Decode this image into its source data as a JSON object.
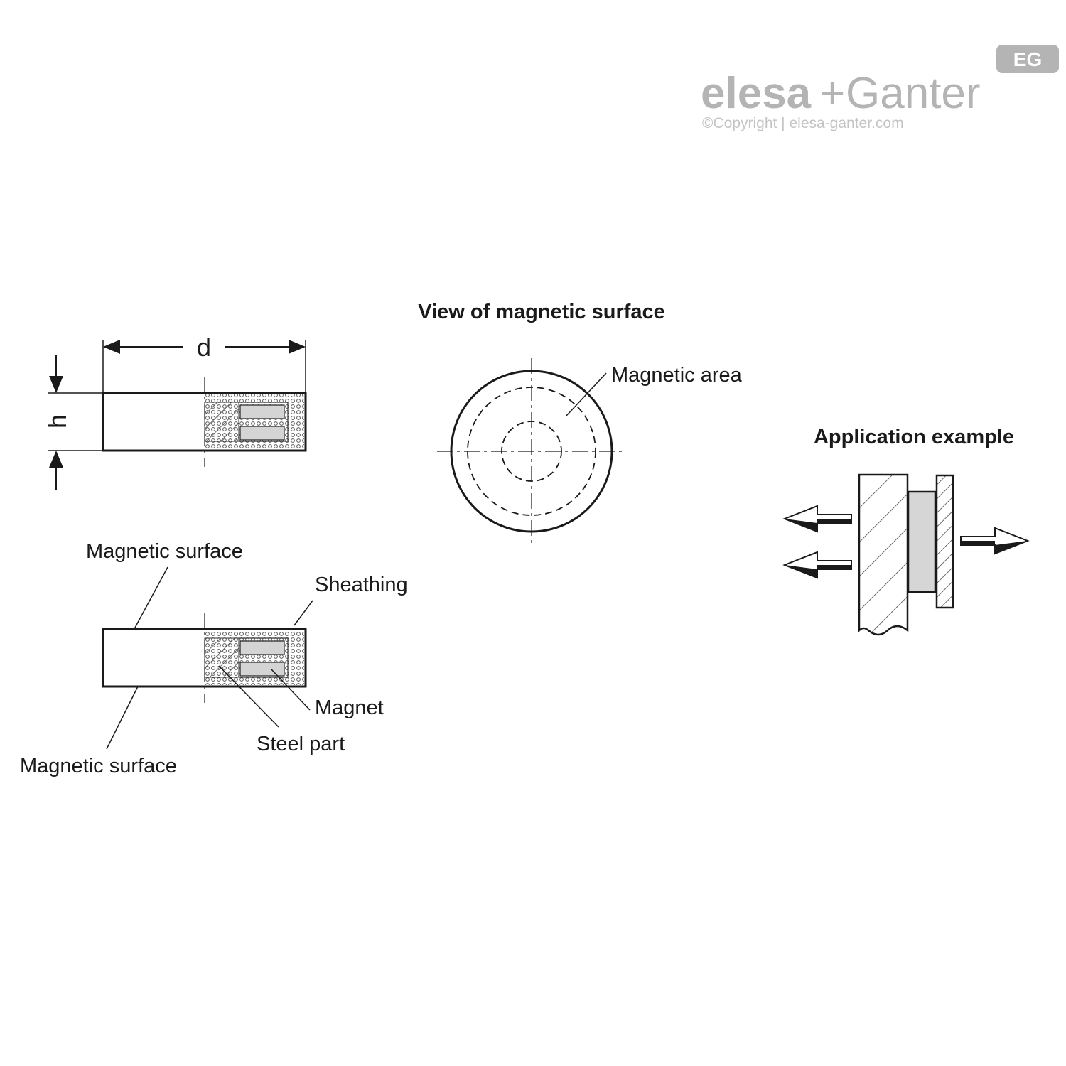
{
  "brand": {
    "badge": "EG",
    "name_part1": "elesa",
    "plus": "+",
    "name_part2": "Ganter",
    "copyright": "©Copyright | elesa-ganter.com"
  },
  "dimensions": {
    "d": "d",
    "h": "h"
  },
  "labels": {
    "view_title": "View of magnetic surface",
    "magnetic_area": "Magnetic area",
    "application_title": "Application example",
    "magnetic_surface_top": "Magnetic surface",
    "sheathing": "Sheathing",
    "magnet": "Magnet",
    "steel_part": "Steel part",
    "magnetic_surface_bottom": "Magnetic surface"
  }
}
